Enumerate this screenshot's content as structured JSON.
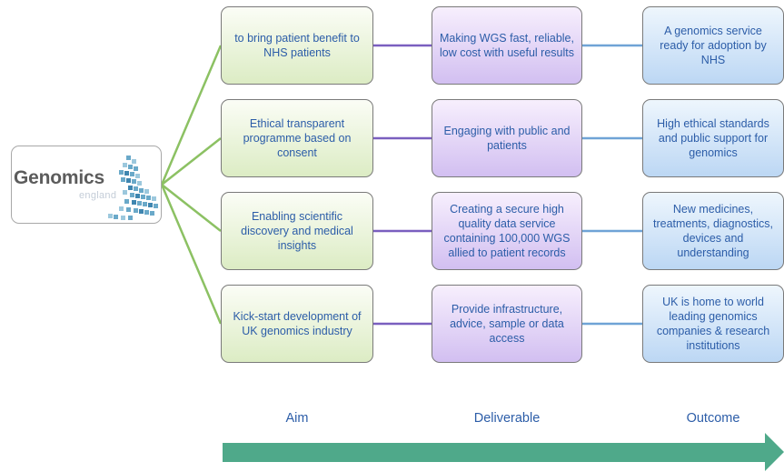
{
  "logo": {
    "title": "Genomics",
    "subtitle": "england"
  },
  "rows": [
    {
      "aim": "to bring patient benefit to NHS patients",
      "deliverable": "Making WGS fast, reliable, low cost with useful results",
      "outcome": "A genomics service ready for adoption by NHS"
    },
    {
      "aim": "Ethical transparent programme based on consent",
      "deliverable": "Engaging with public and patients",
      "outcome": "High ethical standards and public support for genomics"
    },
    {
      "aim": "Enabling scientific discovery and medical insights",
      "deliverable": "Creating a secure high quality data service containing 100,000 WGS allied to  patient records",
      "outcome": "New medicines, treatments, diagnostics, devices and understanding"
    },
    {
      "aim": "Kick-start development of UK genomics industry",
      "deliverable": "Provide infrastructure, advice, sample or data access",
      "outcome": "UK is home to world leading genomics companies & research institutions"
    }
  ],
  "columns": {
    "aim": "Aim",
    "deliverable": "Deliverable",
    "outcome": "Outcome"
  },
  "colors": {
    "aim_line": "#8cc163",
    "deliverable_line": "#7a5fbf",
    "outcome_line": "#6fa3d6",
    "arrow": "#4fa98a",
    "text": "#2c5da8"
  }
}
